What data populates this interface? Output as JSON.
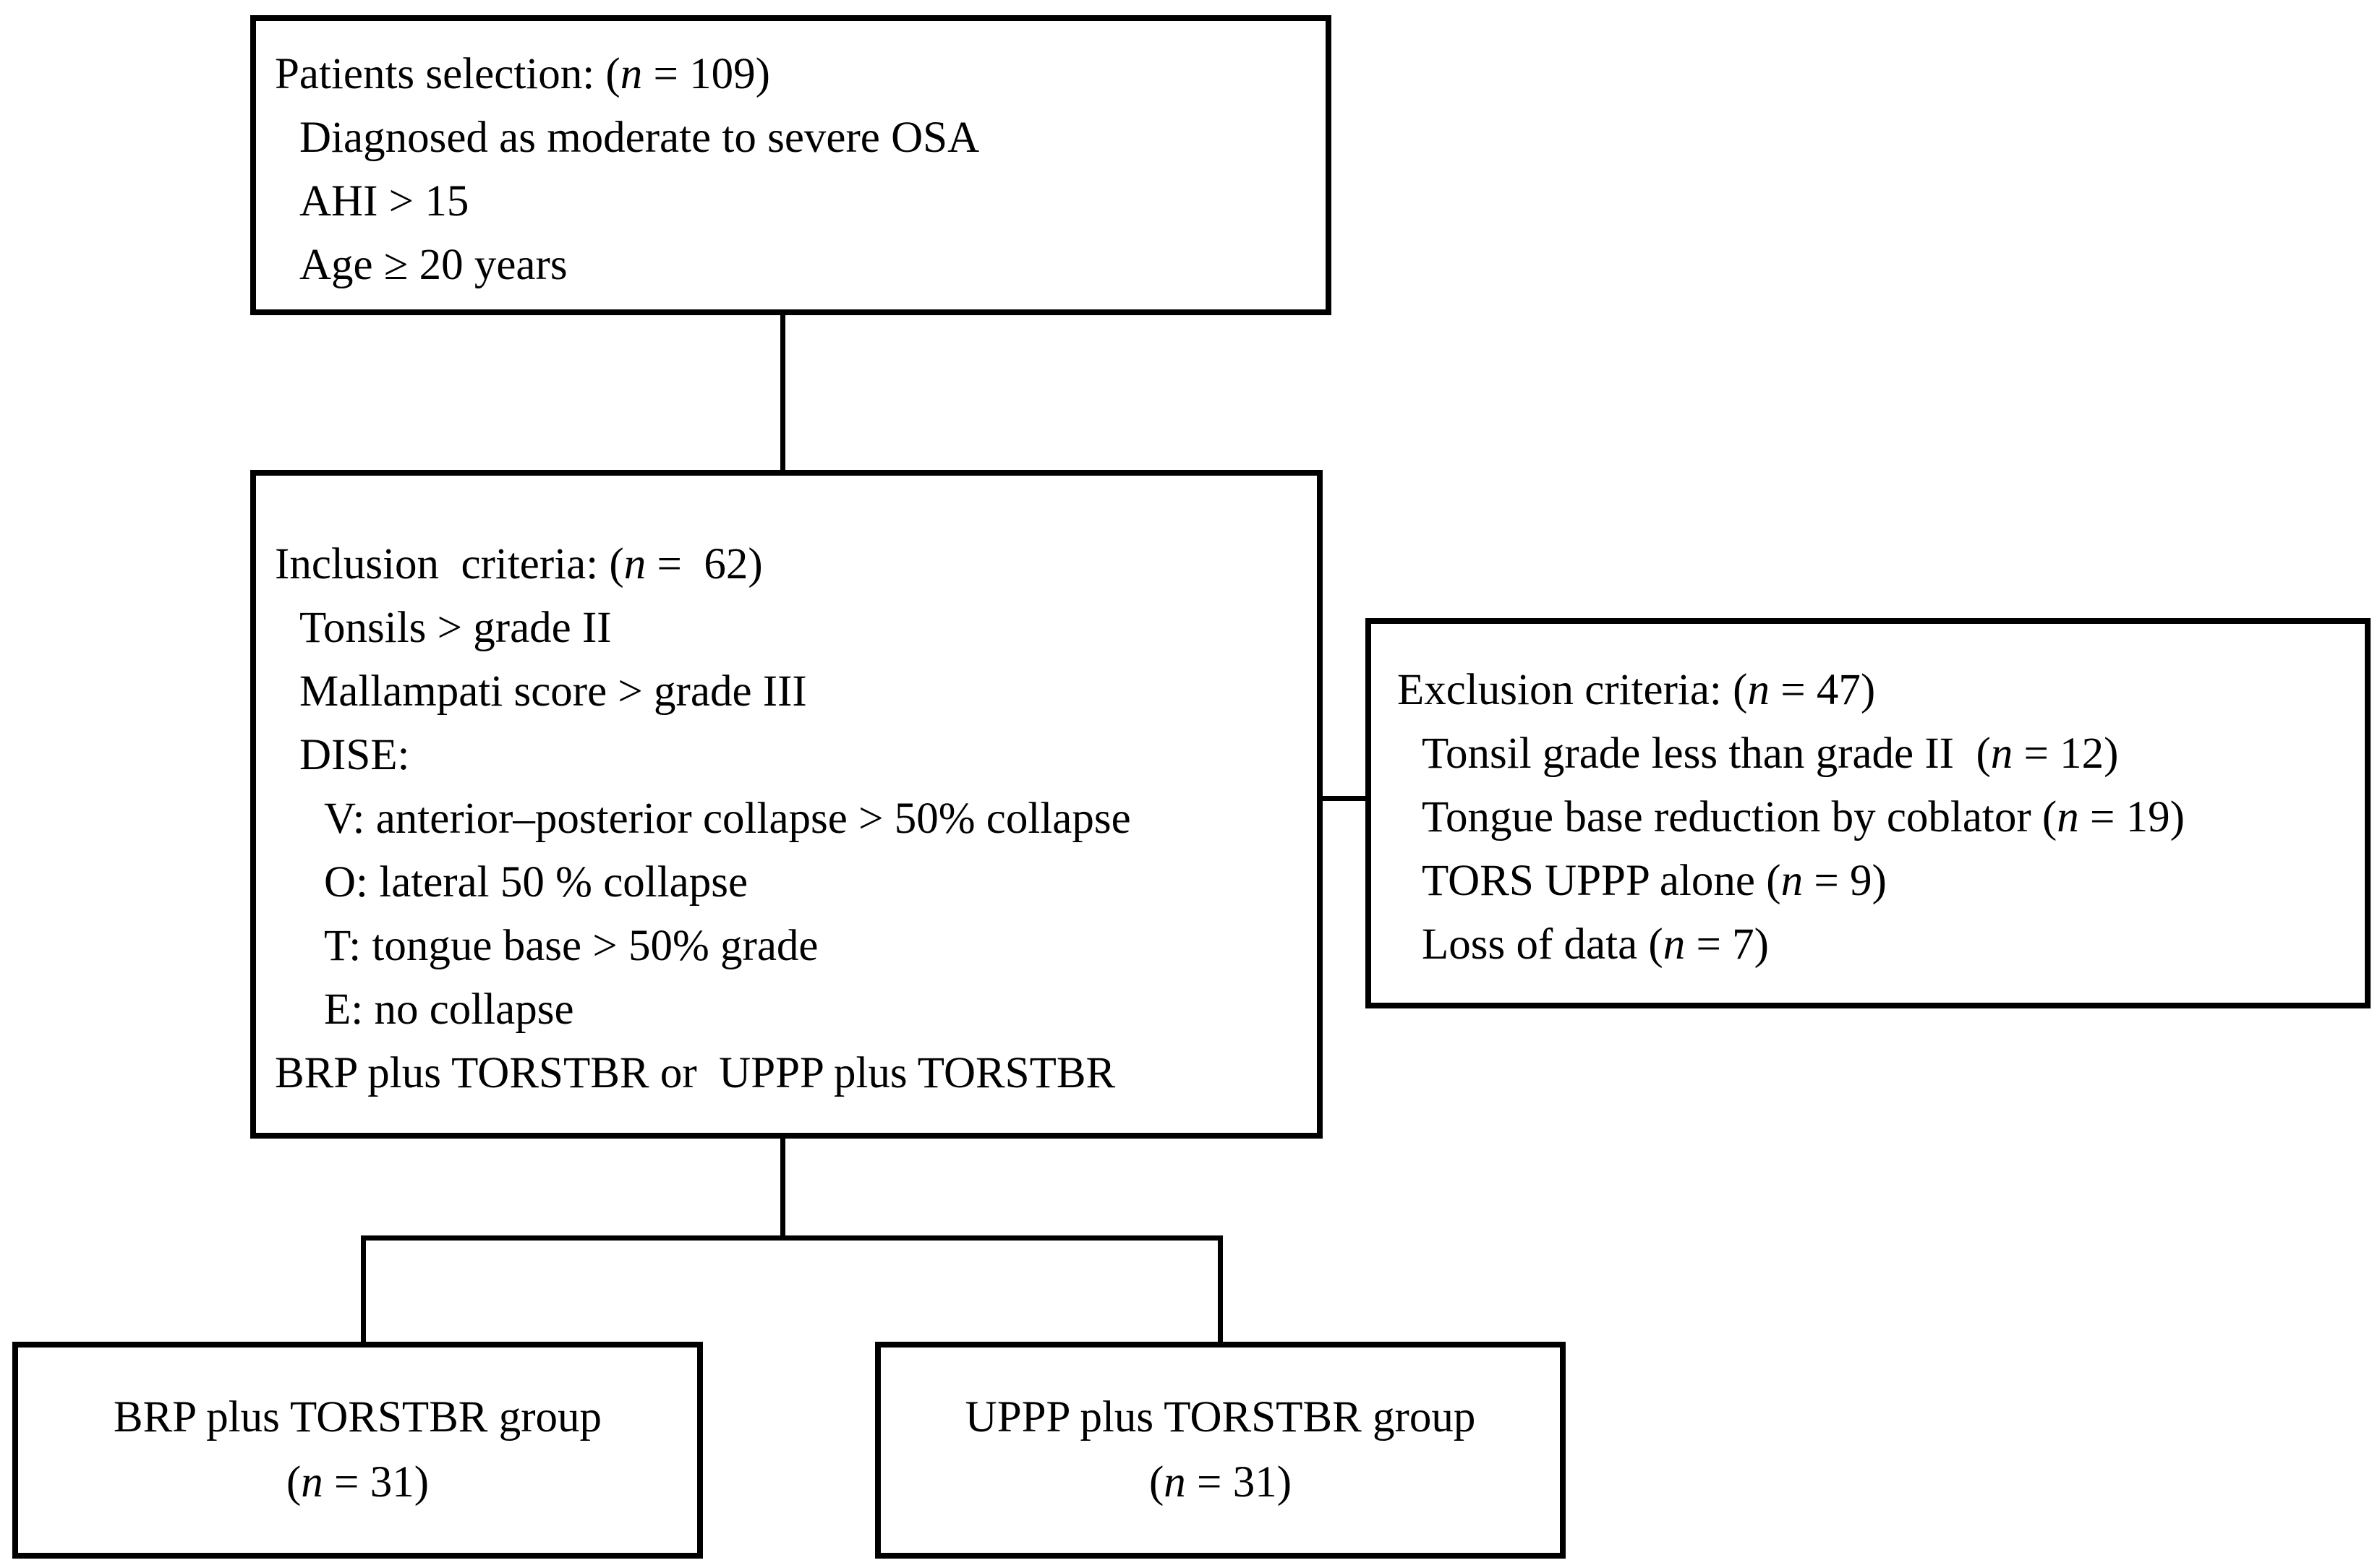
{
  "figure": {
    "type": "flowchart",
    "background_color": "#ffffff",
    "stroke_color": "#000000"
  },
  "boxes": {
    "patients": {
      "name": "patients-selection-box",
      "lines": [
        {
          "text": "Patients selection: (n = 109)",
          "indent": 0
        },
        {
          "text": "Diagnosed as moderate to severe OSA",
          "indent": 1
        },
        {
          "text": "AHI > 15",
          "indent": 1
        },
        {
          "text": "Age ≥ 20 years",
          "indent": 1
        }
      ]
    },
    "inclusion": {
      "name": "inclusion-criteria-box",
      "lines": [
        {
          "text": "Inclusion  criteria: (n =  62)",
          "indent": 0
        },
        {
          "text": "Tonsils > grade II",
          "indent": 1
        },
        {
          "text": "Mallampati score > grade III",
          "indent": 1
        },
        {
          "text": "DISE:",
          "indent": 1
        },
        {
          "text": "V: anterior–posterior collapse > 50% collapse",
          "indent": 2
        },
        {
          "text": "O: lateral 50 % collapse",
          "indent": 2
        },
        {
          "text": "T: tongue base > 50% grade",
          "indent": 2
        },
        {
          "text": "E: no collapse",
          "indent": 2
        },
        {
          "text": "BRP plus TORSTBR or  UPPP plus TORSTBR",
          "indent": 0
        }
      ]
    },
    "exclusion": {
      "name": "exclusion-criteria-box",
      "lines": [
        {
          "text": "Exclusion criteria: (n = 47)",
          "indent": 0
        },
        {
          "text": "Tonsil grade less than grade II  (n = 12)",
          "indent": 1
        },
        {
          "text": "Tongue base reduction by coblator (n = 19)",
          "indent": 1
        },
        {
          "text": "TORS UPPP alone (n = 9)",
          "indent": 1
        },
        {
          "text": "Loss of data (n = 7)",
          "indent": 1
        }
      ]
    },
    "group_brp": {
      "name": "brp-group-box",
      "lines": [
        {
          "text": "BRP plus TORSTBR group",
          "indent": 0
        },
        {
          "text": "(n = 31)",
          "indent": 0
        }
      ]
    },
    "group_uppp": {
      "name": "uppp-group-box",
      "lines": [
        {
          "text": "UPPP plus TORSTBR group",
          "indent": 0
        },
        {
          "text": "(n = 31)",
          "indent": 0
        }
      ]
    }
  }
}
